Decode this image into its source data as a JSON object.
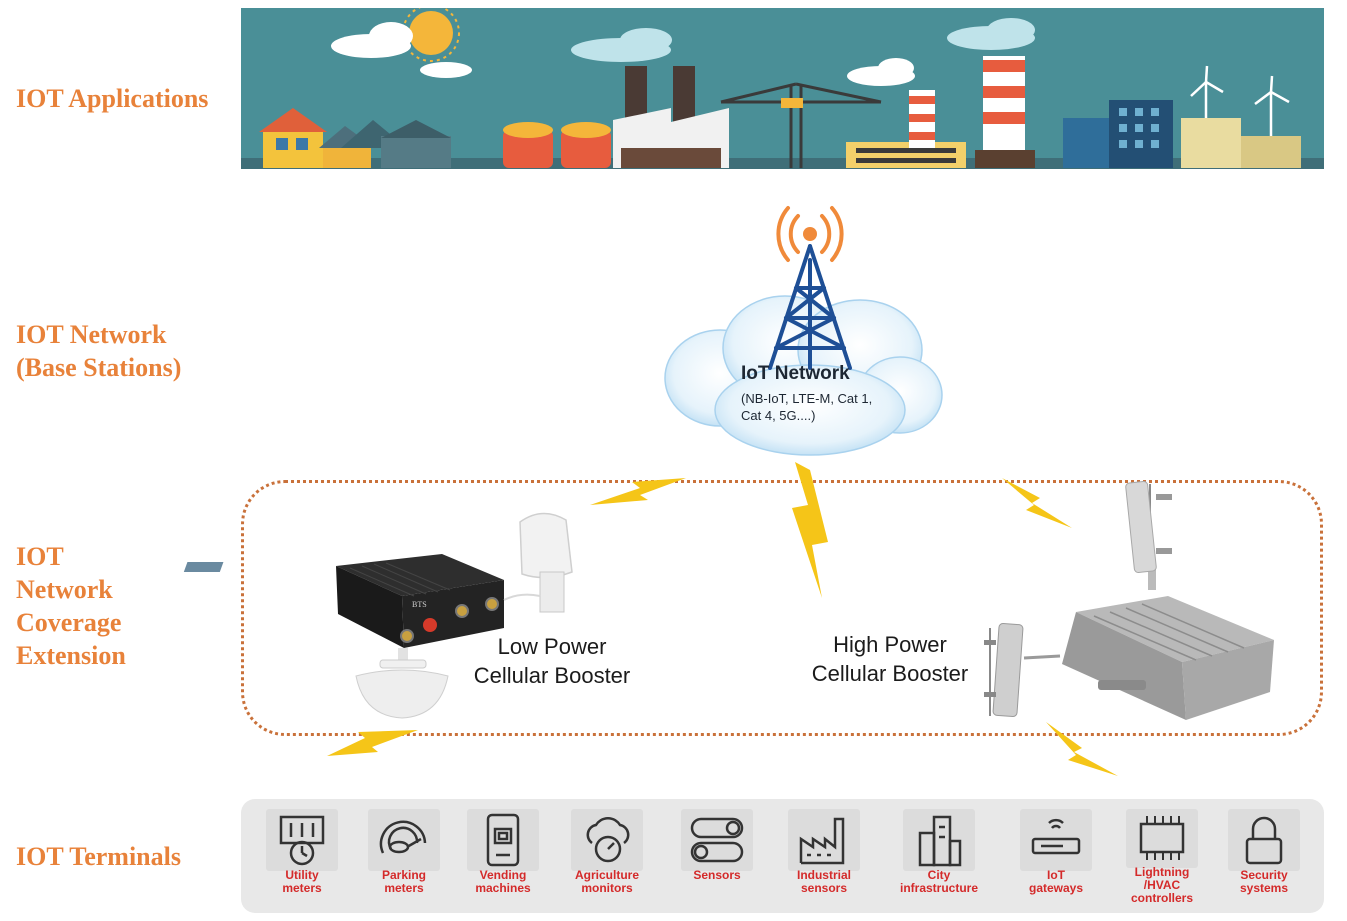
{
  "layers": {
    "applications": "IOT Applications",
    "network": [
      "IOT Network",
      "(Base Stations)"
    ],
    "coverage": [
      "IOT",
      "Network",
      "Coverage",
      "Extension"
    ],
    "terminals": "IOT Terminals"
  },
  "cloud": {
    "title": "IoT Network",
    "subtitle": "(NB-IoT, LTE-M, Cat 1, Cat 4, 5G....)"
  },
  "boosters": {
    "low": [
      "Low Power",
      "Cellular Booster"
    ],
    "high": [
      "High Power",
      "Cellular Booster"
    ],
    "device_marking": "BTS"
  },
  "terminals": [
    {
      "label": "Utility\nmeters",
      "icon": "utility-meter-icon"
    },
    {
      "label": "Parking\nmeters",
      "icon": "parking-meter-icon"
    },
    {
      "label": "Vending\nmachines",
      "icon": "vending-machine-icon"
    },
    {
      "label": "Agriculture\nmonitors",
      "icon": "agriculture-monitor-icon"
    },
    {
      "label": "Sensors",
      "icon": "sensor-toggle-icon"
    },
    {
      "label": "Industrial\nsensors",
      "icon": "factory-icon"
    },
    {
      "label": "City\ninfrastructure",
      "icon": "city-building-icon"
    },
    {
      "label": "IoT\ngateways",
      "icon": "router-icon"
    },
    {
      "label": "Lightning\n/HVAC\ncontrollers",
      "icon": "chip-icon"
    },
    {
      "label": "Security\nsystems",
      "icon": "padlock-icon"
    }
  ],
  "colors": {
    "layer_label": "#e8823a",
    "terminal_label": "#d42a2a",
    "signal_bolt": "#f5c518",
    "tower_blue": "#1e4f96",
    "tower_waves": "#f08a3a",
    "coverage_border": "#c9713a",
    "banner_sky": "#4a8f97"
  }
}
